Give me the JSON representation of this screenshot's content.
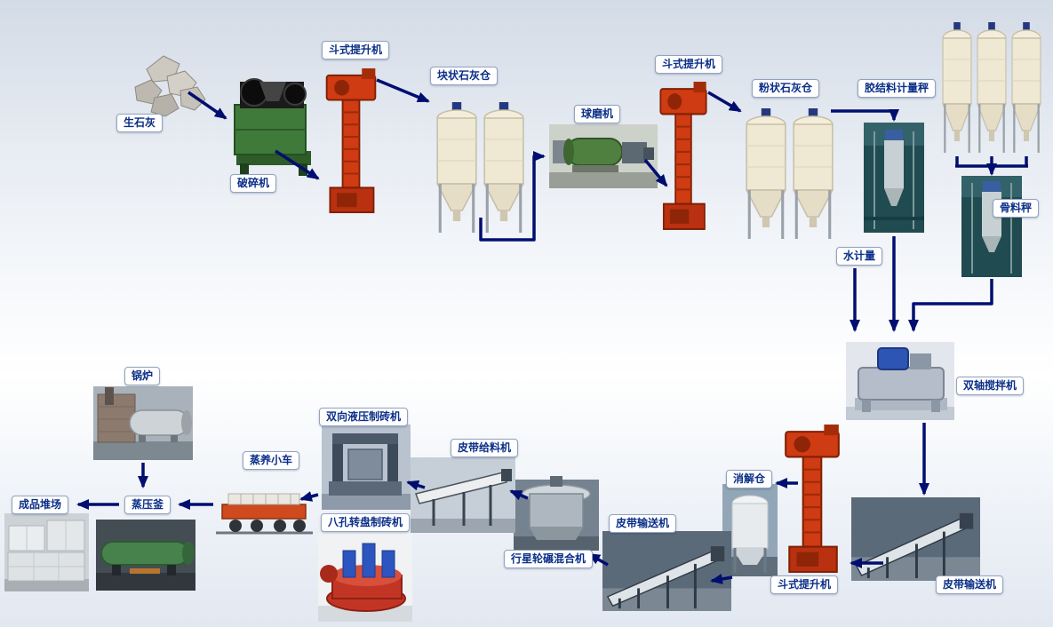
{
  "palette": {
    "arrow": "#000e70",
    "label_text": "#0b2f88",
    "label_bg": "#ffffff",
    "label_border": "#93a3bf",
    "elevator_red": "#cf3b12",
    "silo_cream": "#efe8d3",
    "crusher_green": "#3f7a3a"
  },
  "nodes": {
    "quicklime": {
      "label": "生石灰"
    },
    "crusher": {
      "label": "破碎机"
    },
    "bucket_elevator_1": {
      "label": "斗式提升机"
    },
    "lump_lime_silo": {
      "label": "块状石灰仓"
    },
    "ball_mill": {
      "label": "球磨机"
    },
    "bucket_elevator_2": {
      "label": "斗式提升机"
    },
    "powder_lime_silo": {
      "label": "粉状石灰仓"
    },
    "binder_scale": {
      "label": "胶结料计量秤"
    },
    "aggregate_scale": {
      "label": "骨料秤"
    },
    "water_meter": {
      "label": "水计量"
    },
    "twin_shaft_mixer": {
      "label": "双轴搅拌机"
    },
    "digestion_silo": {
      "label": "消解仓"
    },
    "bucket_elevator_3": {
      "label": "斗式提升机"
    },
    "belt_conveyor_right": {
      "label": "皮带输送机"
    },
    "belt_conveyor_mid": {
      "label": "皮带输送机"
    },
    "planetary_mixer": {
      "label": "行星轮碾混合机"
    },
    "belt_feeder": {
      "label": "皮带给料机"
    },
    "hydraulic_brick_machine": {
      "label": "双向液压制砖机"
    },
    "rotary_brick_machine": {
      "label": "八孔转盘制砖机"
    },
    "curing_trolley": {
      "label": "蒸养小车"
    },
    "autoclave": {
      "label": "蒸压釜"
    },
    "boiler": {
      "label": "锅炉"
    },
    "product_yard": {
      "label": "成品堆场"
    }
  },
  "connections": [
    {
      "from": "quicklime",
      "to": "crusher"
    },
    {
      "from": "crusher",
      "to": "bucket_elevator_1"
    },
    {
      "from": "bucket_elevator_1",
      "to": "lump_lime_silo"
    },
    {
      "from": "lump_lime_silo",
      "to": "ball_mill"
    },
    {
      "from": "ball_mill",
      "to": "bucket_elevator_2"
    },
    {
      "from": "bucket_elevator_2",
      "to": "powder_lime_silo"
    },
    {
      "from": "powder_lime_silo",
      "to": "binder_scale"
    },
    {
      "from": "binder_scale",
      "to": "twin_shaft_mixer"
    },
    {
      "from": "aggregate_silos",
      "to": "aggregate_scale"
    },
    {
      "from": "aggregate_scale",
      "to": "twin_shaft_mixer"
    },
    {
      "from": "water_meter",
      "to": "twin_shaft_mixer"
    },
    {
      "from": "twin_shaft_mixer",
      "to": "belt_conveyor_right"
    },
    {
      "from": "belt_conveyor_right",
      "to": "bucket_elevator_3"
    },
    {
      "from": "bucket_elevator_3",
      "to": "digestion_silo"
    },
    {
      "from": "digestion_silo",
      "to": "belt_conveyor_mid"
    },
    {
      "from": "belt_conveyor_mid",
      "to": "planetary_mixer"
    },
    {
      "from": "planetary_mixer",
      "to": "belt_feeder"
    },
    {
      "from": "belt_feeder",
      "to": "hydraulic_brick_machine"
    },
    {
      "from": "hydraulic_brick_machine",
      "to": "curing_trolley"
    },
    {
      "from": "curing_trolley",
      "to": "autoclave"
    },
    {
      "from": "autoclave",
      "to": "product_yard"
    },
    {
      "from": "boiler",
      "to": "autoclave"
    }
  ]
}
